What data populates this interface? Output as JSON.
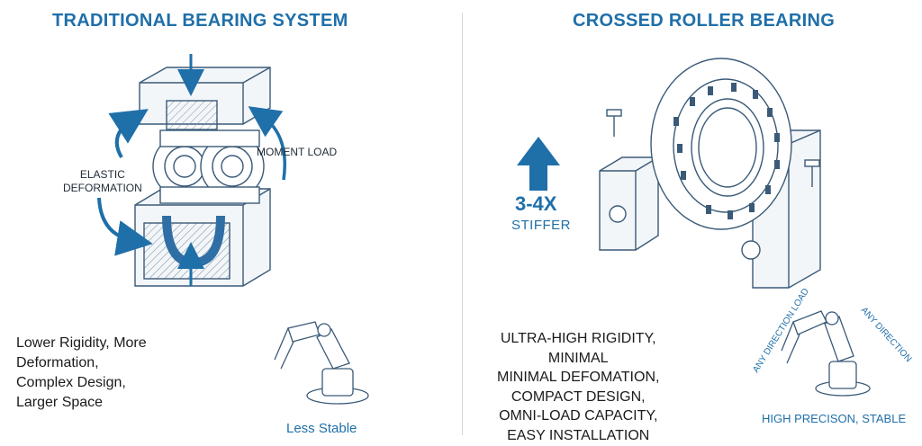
{
  "left": {
    "title": "TRADITIONAL BEARING SYSTEM",
    "label_elastic_line1": "ELASTIC",
    "label_elastic_line2": "DEFORMATION",
    "label_moment": "MOMENT LOAD",
    "summary_lines": [
      "Lower Rigidity, More",
      "Deformation,",
      "Complex Design,",
      "Larger Space"
    ],
    "caption": "Less Stable"
  },
  "right": {
    "title": "CROSSED ROLLER BEARING",
    "stiffness_value": "3-4X",
    "stiffness_label": "STIFFER",
    "summary_lines": [
      "ULTRA-HIGH RIGIDITY,",
      "MINIMAL",
      "MINIMAL DEFOMATION,",
      "COMPACT DESIGN,",
      "OMNI-LOAD CAPACITY,",
      "EASY INSTALLATION"
    ],
    "arc_label_left": "ANY DIRECTION LOAD",
    "arc_label_right": "ANY DIRECTION",
    "caption": "HIGH PRECISON, STABLE"
  },
  "colors": {
    "accent": "#1f6fa9",
    "line": "#3a5a78",
    "text": "#1b1b1b"
  }
}
